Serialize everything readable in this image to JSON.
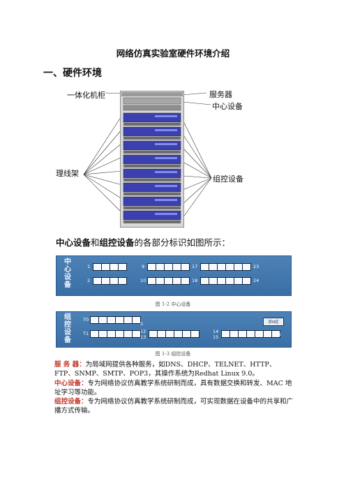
{
  "document": {
    "title": "网络仿真实验室硬件环境介绍",
    "section_heading": "一、硬件环境"
  },
  "figure_rack": {
    "labels": {
      "cabinet": "一体化机柜",
      "server": "服务器",
      "center_device": "中心设备",
      "cable_rack": "理线架",
      "group_device": "组控设备"
    }
  },
  "intro": {
    "term1": "中心设备",
    "join": "和",
    "term2": "组控设备",
    "rest": "的各部分标识如图所示："
  },
  "panel_center": {
    "label": "中心设备",
    "port_numbers": [
      "1",
      "2",
      "9",
      "10",
      "17",
      "18",
      "23",
      "24"
    ],
    "caption": "图 1-2 中心设备"
  },
  "panel_group": {
    "label": "组控设备",
    "port_numbers": [
      "T0",
      "T1",
      "5",
      "12",
      "13",
      "14",
      "15",
      "1"
    ],
    "badge": "序N控",
    "caption": "图 1-3 组控设备"
  },
  "descriptions": {
    "server_term": "服 务 器：",
    "server_text": "为局域网提供各种服务，如DNS、DHCP、TELNET、HTTP、FTP、SNMP、SMTP、POP3，其操作系统为Redhat Linux 9.0。",
    "center_term": "中心设备：",
    "center_text": "专为网络协议仿真教学系统研制而成，具有数据交换和转发、MAC 地址学习等功能。",
    "group_term": "组控设备：",
    "group_text": "专为网络协议仿真教学系统研制而成，可实现数据在设备中的共享和广播方式传输。"
  },
  "colors": {
    "panel_blue": "#4d82b7",
    "term_red": "#c0392b",
    "rack_unit_blue": "#3b3fb0"
  }
}
